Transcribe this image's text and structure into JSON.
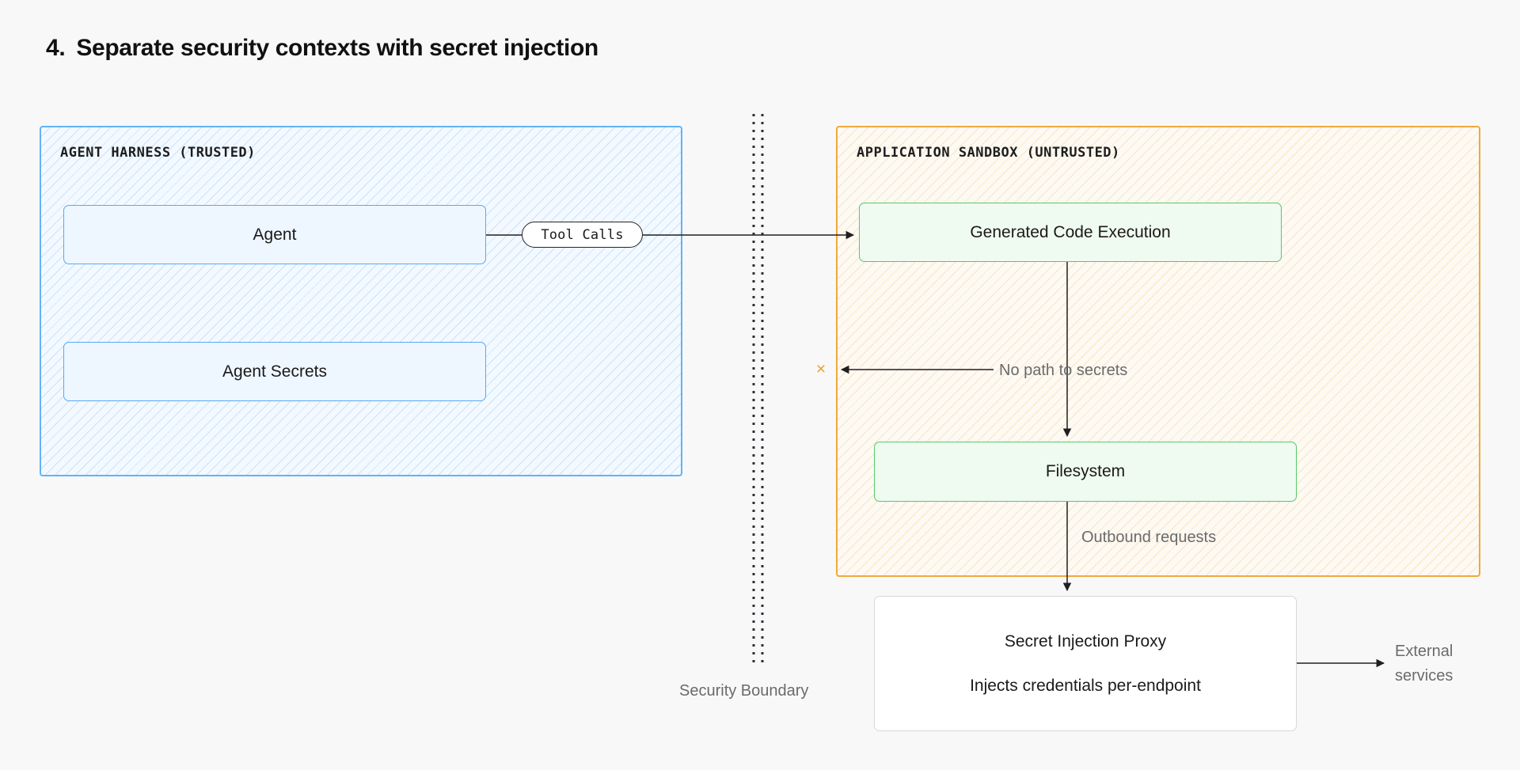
{
  "title": {
    "number": "4.",
    "text": "Separate security contexts with secret injection"
  },
  "zones": {
    "trusted": {
      "label": "AGENT HARNESS (TRUSTED)",
      "border_color": "#63b3f5",
      "fill_color": "#f3f9ff"
    },
    "untrusted": {
      "label": "APPLICATION SANDBOX (UNTRUSTED)",
      "border_color": "#f0a93c",
      "fill_color": "#fdf9f3"
    }
  },
  "nodes": {
    "agent": {
      "label": "Agent",
      "border_color": "#5aa9ef",
      "fill_color": "#eef6ff"
    },
    "agent_secrets": {
      "label": "Agent Secrets",
      "border_color": "#5aa9ef",
      "fill_color": "#eef6ff"
    },
    "code_execution": {
      "label": "Generated Code Execution",
      "border_color": "#58c96a",
      "fill_color": "#effaf0"
    },
    "filesystem": {
      "label": "Filesystem",
      "border_color": "#58c96a",
      "fill_color": "#effaf0"
    },
    "secret_proxy": {
      "line1": "Secret Injection Proxy",
      "line2": "Injects credentials per-endpoint",
      "border_color": "#d8d8d8",
      "fill_color": "#ffffff"
    }
  },
  "edges": {
    "tool_calls_pill": "Tool Calls",
    "no_path_to_secrets": "No path to secrets",
    "no_path_marker": "×",
    "no_path_marker_color": "#ef9f33",
    "outbound_requests": "Outbound requests",
    "external_services": "External services"
  },
  "boundary": {
    "label": "Security Boundary",
    "style": "double-dotted-vertical"
  }
}
